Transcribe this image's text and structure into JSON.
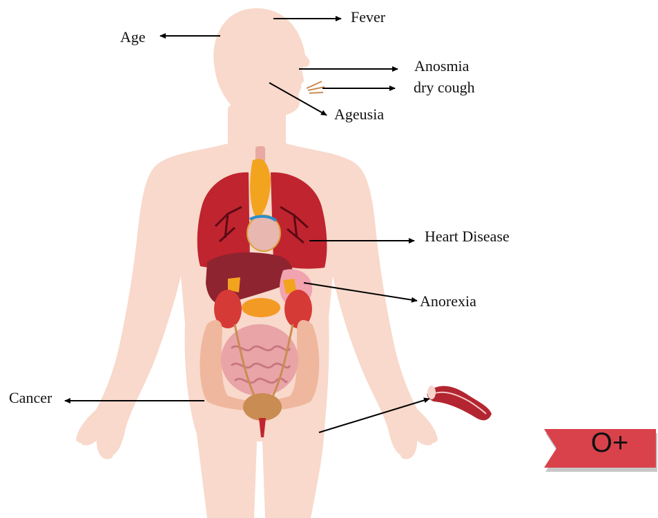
{
  "labels": {
    "fever": "Fever",
    "age": "Age",
    "anosmia": "Anosmia",
    "dry_cough": "dry cough",
    "ageusia": "Ageusia",
    "heart_disease": "Heart Disease",
    "anorexia": "Anorexia",
    "cancer": "Cancer"
  },
  "badge": {
    "text": "O+"
  },
  "colors": {
    "skin": "#f8d9cb",
    "lungs": "#c0242f",
    "lung_veins": "#5c0a14",
    "liver": "#8e2430",
    "kidney": "#d63a36",
    "gland": "#f3a41f",
    "intestine": "#e9a4a8",
    "colon": "#efb79d",
    "bladder": "#c98c52",
    "stomach": "#f2a3b0",
    "blood_vessel": "#b32530",
    "badge": "#d9424b",
    "arrow": "#000000"
  }
}
